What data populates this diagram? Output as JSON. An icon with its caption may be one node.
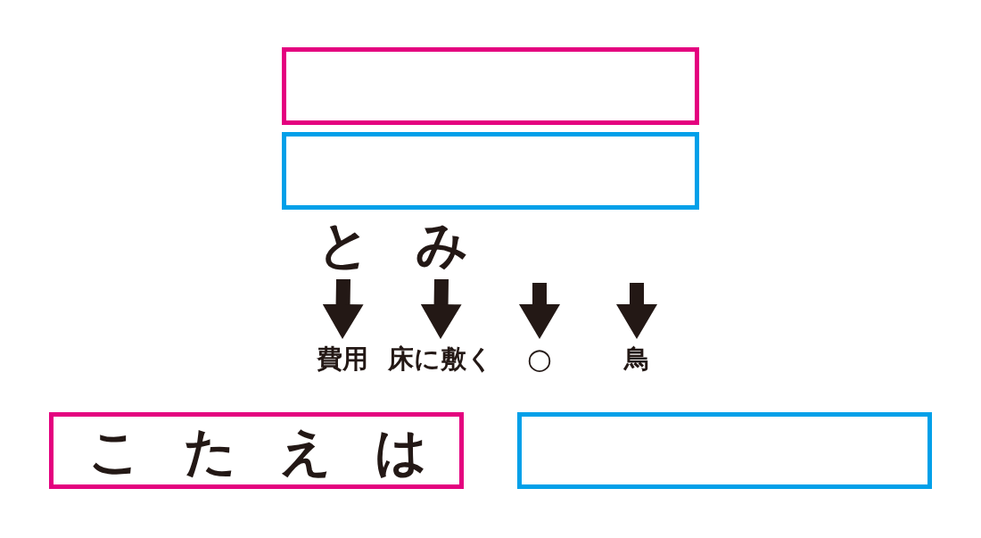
{
  "diagram": {
    "nodes": [
      {
        "text": [],
        "shape": "box"
      },
      {
        "text": [],
        "shape": "box"
      },
      {
        "text": [
          "と"
        ]
      },
      {
        "text": [
          "み"
        ]
      },
      {
        "text": [
          "費用"
        ]
      },
      {
        "text": [
          "床に敷く"
        ]
      },
      {
        "text": [
          "○"
        ]
      },
      {
        "text": [
          "鳥"
        ]
      },
      {
        "text": [
          "こたえは"
        ]
      },
      {
        "text": [],
        "shape": "box"
      }
    ],
    "edges": [
      {
        "from": 2,
        "to": 4,
        "arrow": "to"
      },
      {
        "from": 3,
        "to": 5,
        "arrow": "to"
      },
      {
        "from": null,
        "to": 6,
        "arrow": "to"
      },
      {
        "from": null,
        "to": 7,
        "arrow": "to"
      }
    ]
  }
}
